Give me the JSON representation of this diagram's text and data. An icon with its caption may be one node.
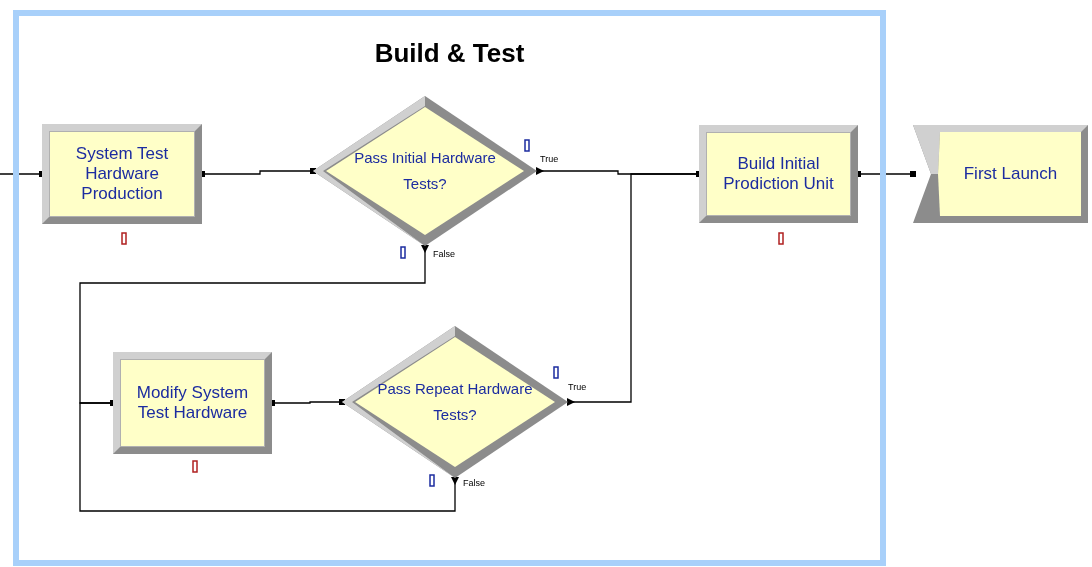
{
  "diagram": {
    "nodes": [
      {
        "text": [
          "Build & Test"
        ]
      },
      {
        "text": [
          "System Test Hardware Production"
        ],
        "in": 0
      },
      {
        "text": [
          "Pass Initial Hardware Tests?"
        ],
        "in": 0
      },
      {
        "text": [
          "Build Initial Prodiction Unit"
        ],
        "in": 0
      },
      {
        "text": [
          "Modify System Test Hardware"
        ],
        "in": 0
      },
      {
        "text": [
          "Pass Repeat Hardware Tests?"
        ],
        "in": 0
      },
      {
        "text": [
          "First Launch"
        ]
      }
    ],
    "edges": [
      {
        "from": null,
        "to": 1,
        "arrow": "other"
      },
      {
        "from": 1,
        "to": 2,
        "arrow": "other"
      },
      {
        "from": 2,
        "to": 3,
        "arrow": "other",
        "label": "True"
      },
      {
        "from": 2,
        "to": 4,
        "arrow": "other",
        "label": "False"
      },
      {
        "from": 4,
        "to": 5,
        "arrow": "other"
      },
      {
        "from": 5,
        "to": 3,
        "arrow": "other",
        "label": "True"
      },
      {
        "from": 5,
        "to": 4,
        "arrow": "other",
        "label": "False"
      },
      {
        "from": 3,
        "to": 6,
        "arrow": "other"
      }
    ]
  }
}
